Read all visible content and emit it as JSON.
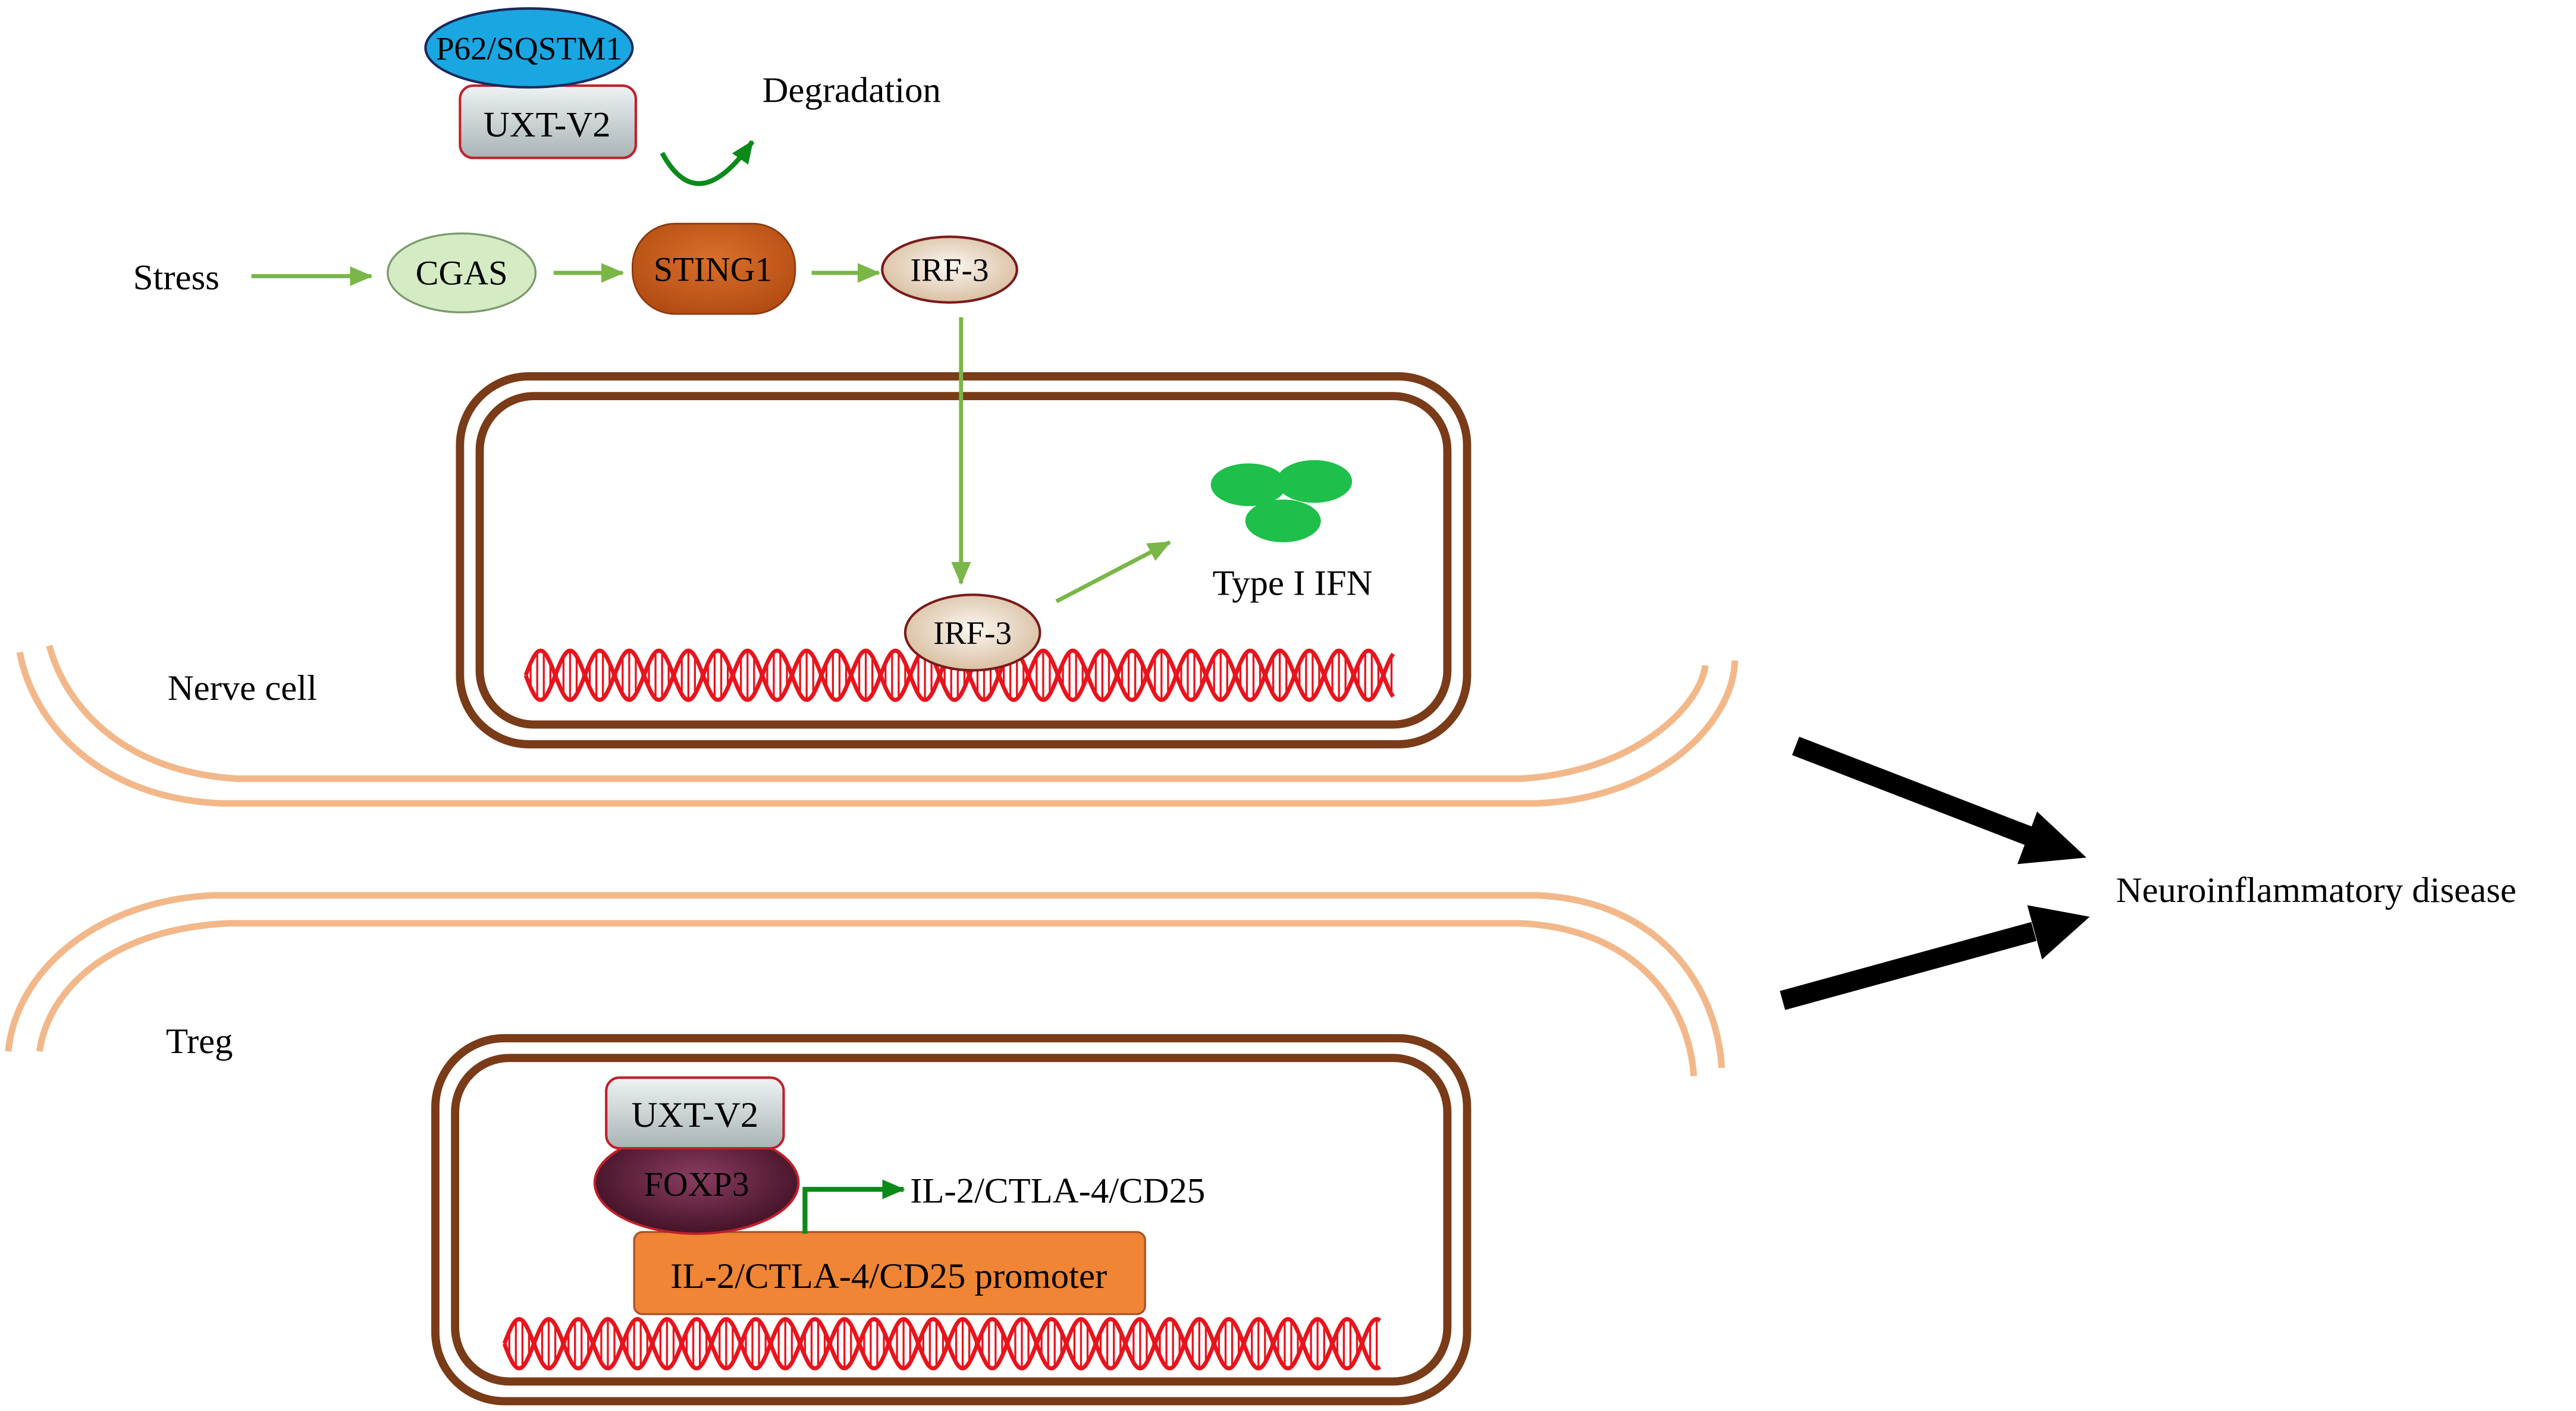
{
  "labels": {
    "p62": "P62/SQSTM1",
    "uxt_top": "UXT-V2",
    "degradation": "Degradation",
    "stress": "Stress",
    "cgas": "CGAS",
    "sting1": "STING1",
    "irf3_cytoplasm": "IRF-3",
    "irf3_nucleus": "IRF-3",
    "type_i_ifn": "Type I IFN",
    "nerve_cell": "Nerve cell",
    "treg": "Treg",
    "uxt_bottom": "UXT-V2",
    "foxp3": "FOXP3",
    "il2_targets": "IL-2/CTLA-4/CD25",
    "il2_promoter": "IL-2/CTLA-4/CD25 promoter",
    "neuroinflammatory": "Neuroinflammatory disease"
  },
  "colors": {
    "pathway_arrow": "#7ab648",
    "dark_green_arrow": "#0b8a1a",
    "nucleus_border": "#7a3b18",
    "cell_membrane": "#f3b88a",
    "dna": "#e8141c",
    "p62_fill": "#1aa6e0",
    "uxt_fill": "#c4cdcd",
    "cgas_fill": "#d5ebc4",
    "sting1_fill": "#c65a1e",
    "irf3_fill": "#e3cfb8",
    "ifn_fill": "#1fbf4b",
    "foxp3_fill": "#5a1f38",
    "promoter_fill": "#ef8535",
    "outcome_arrow": "#000000"
  }
}
